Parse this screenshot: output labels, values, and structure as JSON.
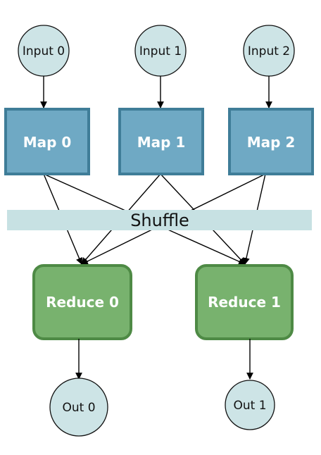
{
  "inputs": [
    {
      "label": "Input 0"
    },
    {
      "label": "Input 1"
    },
    {
      "label": "Input 2"
    }
  ],
  "maps": [
    {
      "label": "Map 0"
    },
    {
      "label": "Map 1"
    },
    {
      "label": "Map 2"
    }
  ],
  "shuffle": {
    "label": "Shuffle"
  },
  "reduces": [
    {
      "label": "Reduce 0"
    },
    {
      "label": "Reduce 1"
    }
  ],
  "outputs": [
    {
      "label": "Out 0"
    },
    {
      "label": "Out 1"
    }
  ],
  "colors": {
    "circle_fill": "#cde4e6",
    "map_fill": "#6fa9c4",
    "map_stroke": "#3f7d98",
    "reduce_fill": "#78b26e",
    "reduce_stroke": "#4e8a45",
    "shuffle_fill": "#c7e1e3"
  }
}
